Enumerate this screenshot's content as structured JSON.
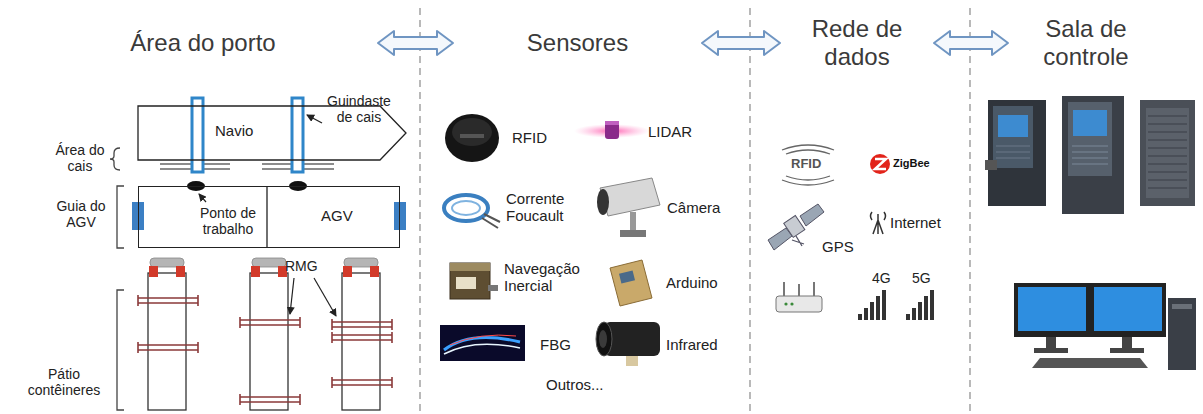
{
  "diagram": {
    "nodes": [
      {
        "text": [
          "Área do porto"
        ]
      },
      {
        "text": [
          "Sensores"
        ]
      },
      {
        "text": [
          "Rede de dados"
        ]
      },
      {
        "text": [
          "Sala de controle"
        ]
      },
      {
        "text": [
          "Navio"
        ]
      },
      {
        "text": [
          "Ponto de trabalho",
          "AGV"
        ]
      }
    ],
    "edges": [
      {
        "from": 0,
        "to": 1,
        "arrow": "both"
      },
      {
        "from": 1,
        "to": 2,
        "arrow": "both"
      },
      {
        "from": 2,
        "to": 3,
        "arrow": "both"
      }
    ],
    "labels": [
      "Guindaste de cais",
      "Área do cais",
      "Guia do AGV",
      "RMG",
      "Pátio contêineres",
      "RFID",
      "LIDAR",
      "Corrente Foucault",
      "Câmera",
      "Navegação Inercial",
      "Arduino",
      "FBG",
      "Infrared",
      "Outros...",
      "RFID",
      "ZigBee",
      "GPS",
      "Internet",
      "4G",
      "5G"
    ]
  }
}
